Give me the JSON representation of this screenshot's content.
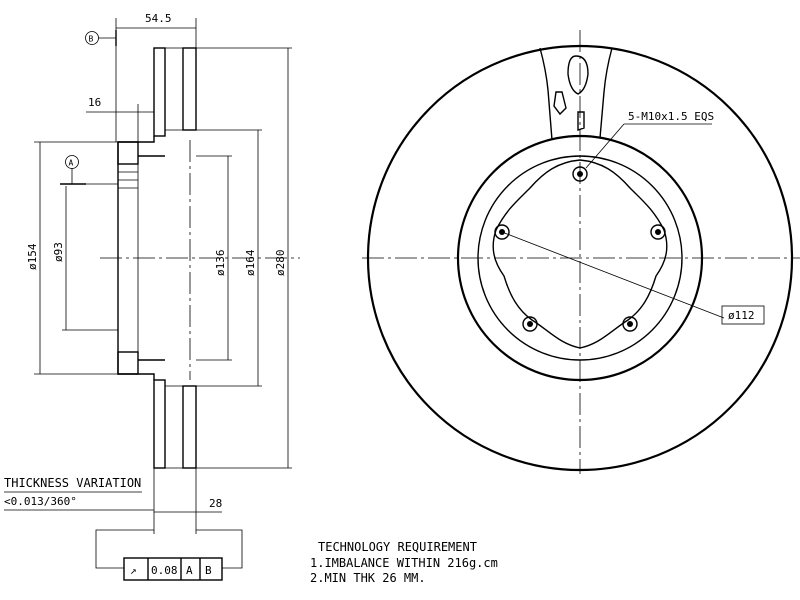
{
  "section_view": {
    "dims": {
      "overall_depth": "54.5",
      "hat_offset": "16",
      "d154": "ø154",
      "d93": "ø93",
      "d136": "ø136",
      "d164": "ø164",
      "d280": "ø280",
      "friction_thk": "28"
    },
    "datum_a": "A",
    "datum_b": "B",
    "thickness_variation": {
      "title": "THICKNESS VARIATION",
      "value": "<0.013/360°"
    },
    "fcf": {
      "symbol": "↗",
      "tolerance": "0.08",
      "datum1": "A",
      "datum2": "B"
    }
  },
  "face_view": {
    "bolt_callout": "5-M10x1.5 EQS",
    "pcd_callout": "ø112"
  },
  "tech_req": {
    "title": "TECHNOLOGY REQUIREMENT",
    "line1": "1.IMBALANCE WITHIN 216g.cm",
    "line2": "2.MIN THK 26 MM."
  }
}
